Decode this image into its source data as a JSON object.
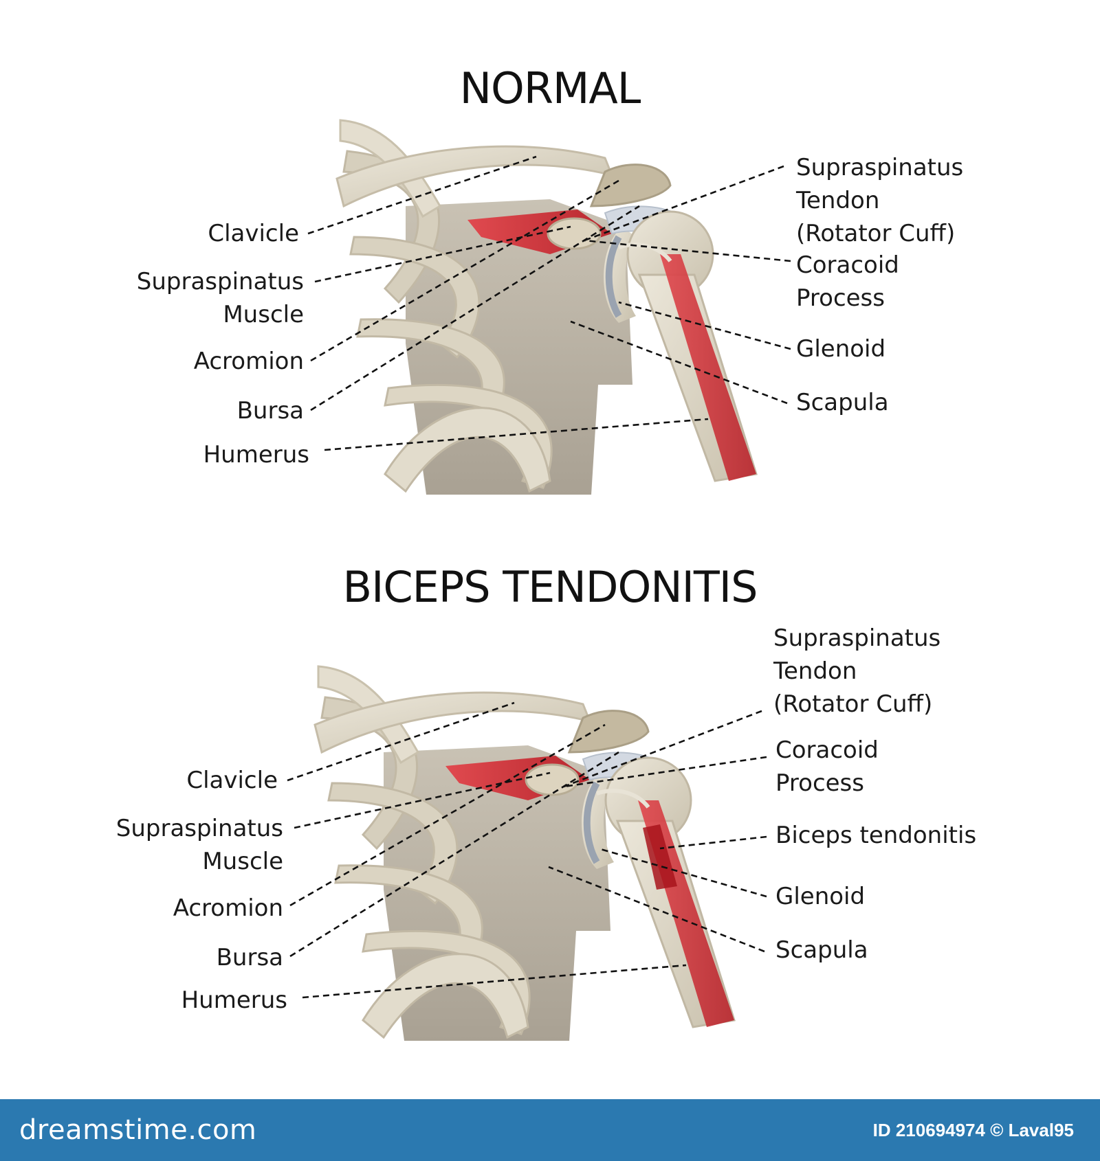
{
  "panels": [
    {
      "title": "NORMAL",
      "labels": {
        "clavicle": "Clavicle",
        "supraspinatus_muscle": "Supraspinatus\nMuscle",
        "acromion": "Acromion",
        "bursa": "Bursa",
        "humerus": "Humerus",
        "supraspinatus_tendon": "Supraspinatus\nTendon\n(Rotator Cuff)",
        "coracoid_process": "Coracoid\nProcess",
        "glenoid": "Glenoid",
        "scapula": "Scapula"
      }
    },
    {
      "title": "BICEPS TENDONITIS",
      "labels": {
        "clavicle": "Clavicle",
        "supraspinatus_muscle": "Supraspinatus\nMuscle",
        "acromion": "Acromion",
        "bursa": "Bursa",
        "humerus": "Humerus",
        "supraspinatus_tendon": "Supraspinatus\nTendon\n(Rotator Cuff)",
        "coracoid_process": "Coracoid\nProcess",
        "biceps_tendonitis": "Biceps tendonitis",
        "glenoid": "Glenoid",
        "scapula": "Scapula"
      }
    }
  ],
  "footer": {
    "brand": "dreamstime.com",
    "credit": "ID 210694974 © Laval95"
  },
  "colors": {
    "bone": "#ddd6c4",
    "scapula": "#b9b1a2",
    "muscle": "#d2353d",
    "cartilage": "#c7ced8",
    "footer": "#2b79b0"
  }
}
